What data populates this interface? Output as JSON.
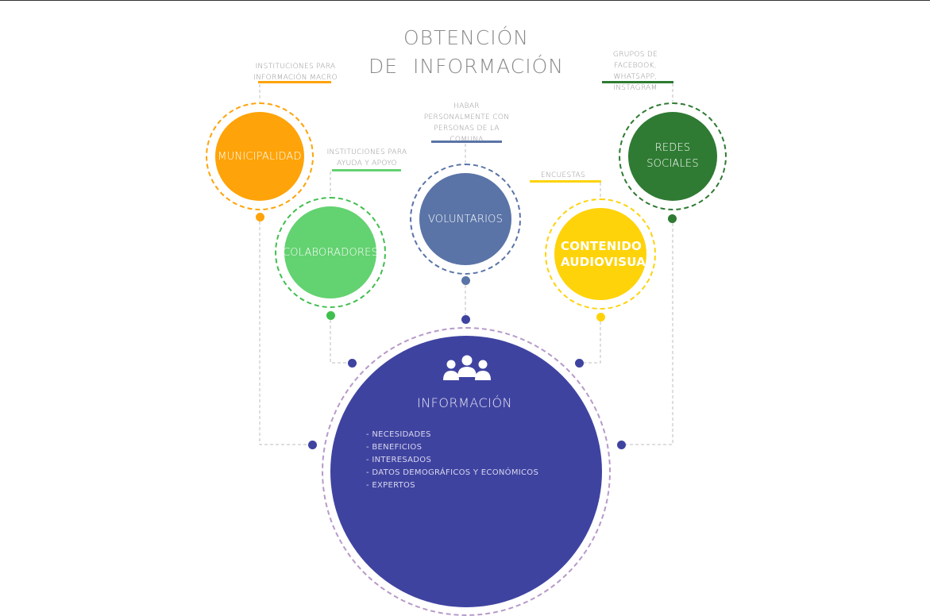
{
  "title": {
    "line1": "OBTENCIÓN",
    "line2": "DE INFORMACIÓN"
  },
  "colors": {
    "municipalidad": "#fea309",
    "colaboradores": "#63d270",
    "voluntarios": "#5a74a7",
    "contenido": "#fed30a",
    "redes": "#2f7b33",
    "informacion": "#3f43a0",
    "ring": "#b79ac9",
    "line": "#bcbcbc"
  },
  "sources": [
    {
      "id": "municipalidad",
      "label": "MUNICIPALIDAD",
      "note": "INSTITUCIONES PARA INFORMACIÓN MACRO"
    },
    {
      "id": "colaboradores",
      "label": "COLABORADORES",
      "note": "INSTITUCIONES PARA AYUDA Y APOYO"
    },
    {
      "id": "voluntarios",
      "label": "VOLUNTARIOS",
      "note": "HABAR PERSONALMENTE CON PERSONAS DE LA COMUNA"
    },
    {
      "id": "contenido",
      "label": "CONTENIDO AUDIOVISUAL",
      "note": "ENCUESTAS"
    },
    {
      "id": "redes",
      "label": "REDES SOCIALES",
      "note": "GRUPOS DE FACEBOOK, WHATSAPP, INSTAGRAM"
    }
  ],
  "center": {
    "icon": "people-group-icon",
    "title": "INFORMACIÓN",
    "items": [
      "NECESIDADES",
      "BENEFICIOS",
      "INTERESADOS",
      "DATOS DEMOGRÁFICOS Y ECONÓMICOS",
      "EXPERTOS"
    ]
  }
}
